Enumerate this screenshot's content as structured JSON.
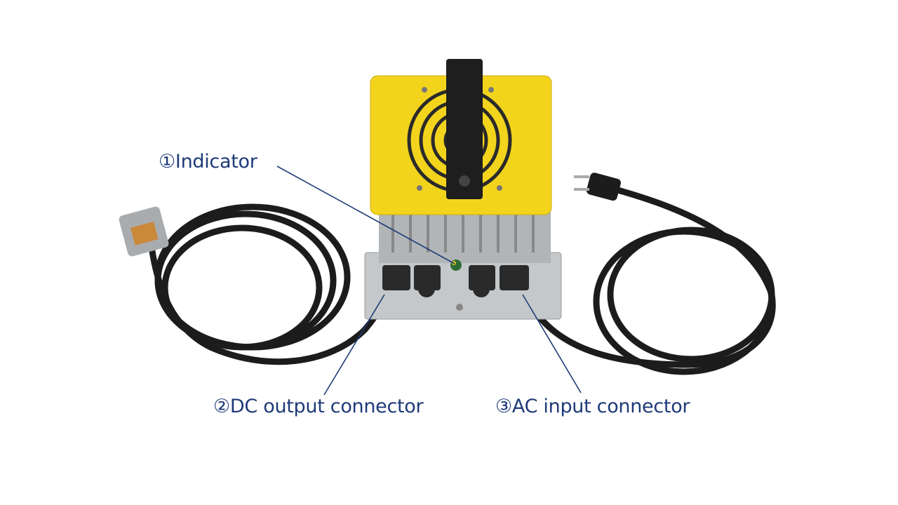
{
  "labels": {
    "indicator": "①Indicator",
    "dc_output": "②DC output connector",
    "ac_input": "③AC input connector"
  },
  "colors": {
    "label_text": "#1e3a78",
    "leader_line": "#1e3a78",
    "panel_yellow": "#f3d41c",
    "housing_gray": "#b9bcbf",
    "cable_black": "#1c1c1c"
  }
}
